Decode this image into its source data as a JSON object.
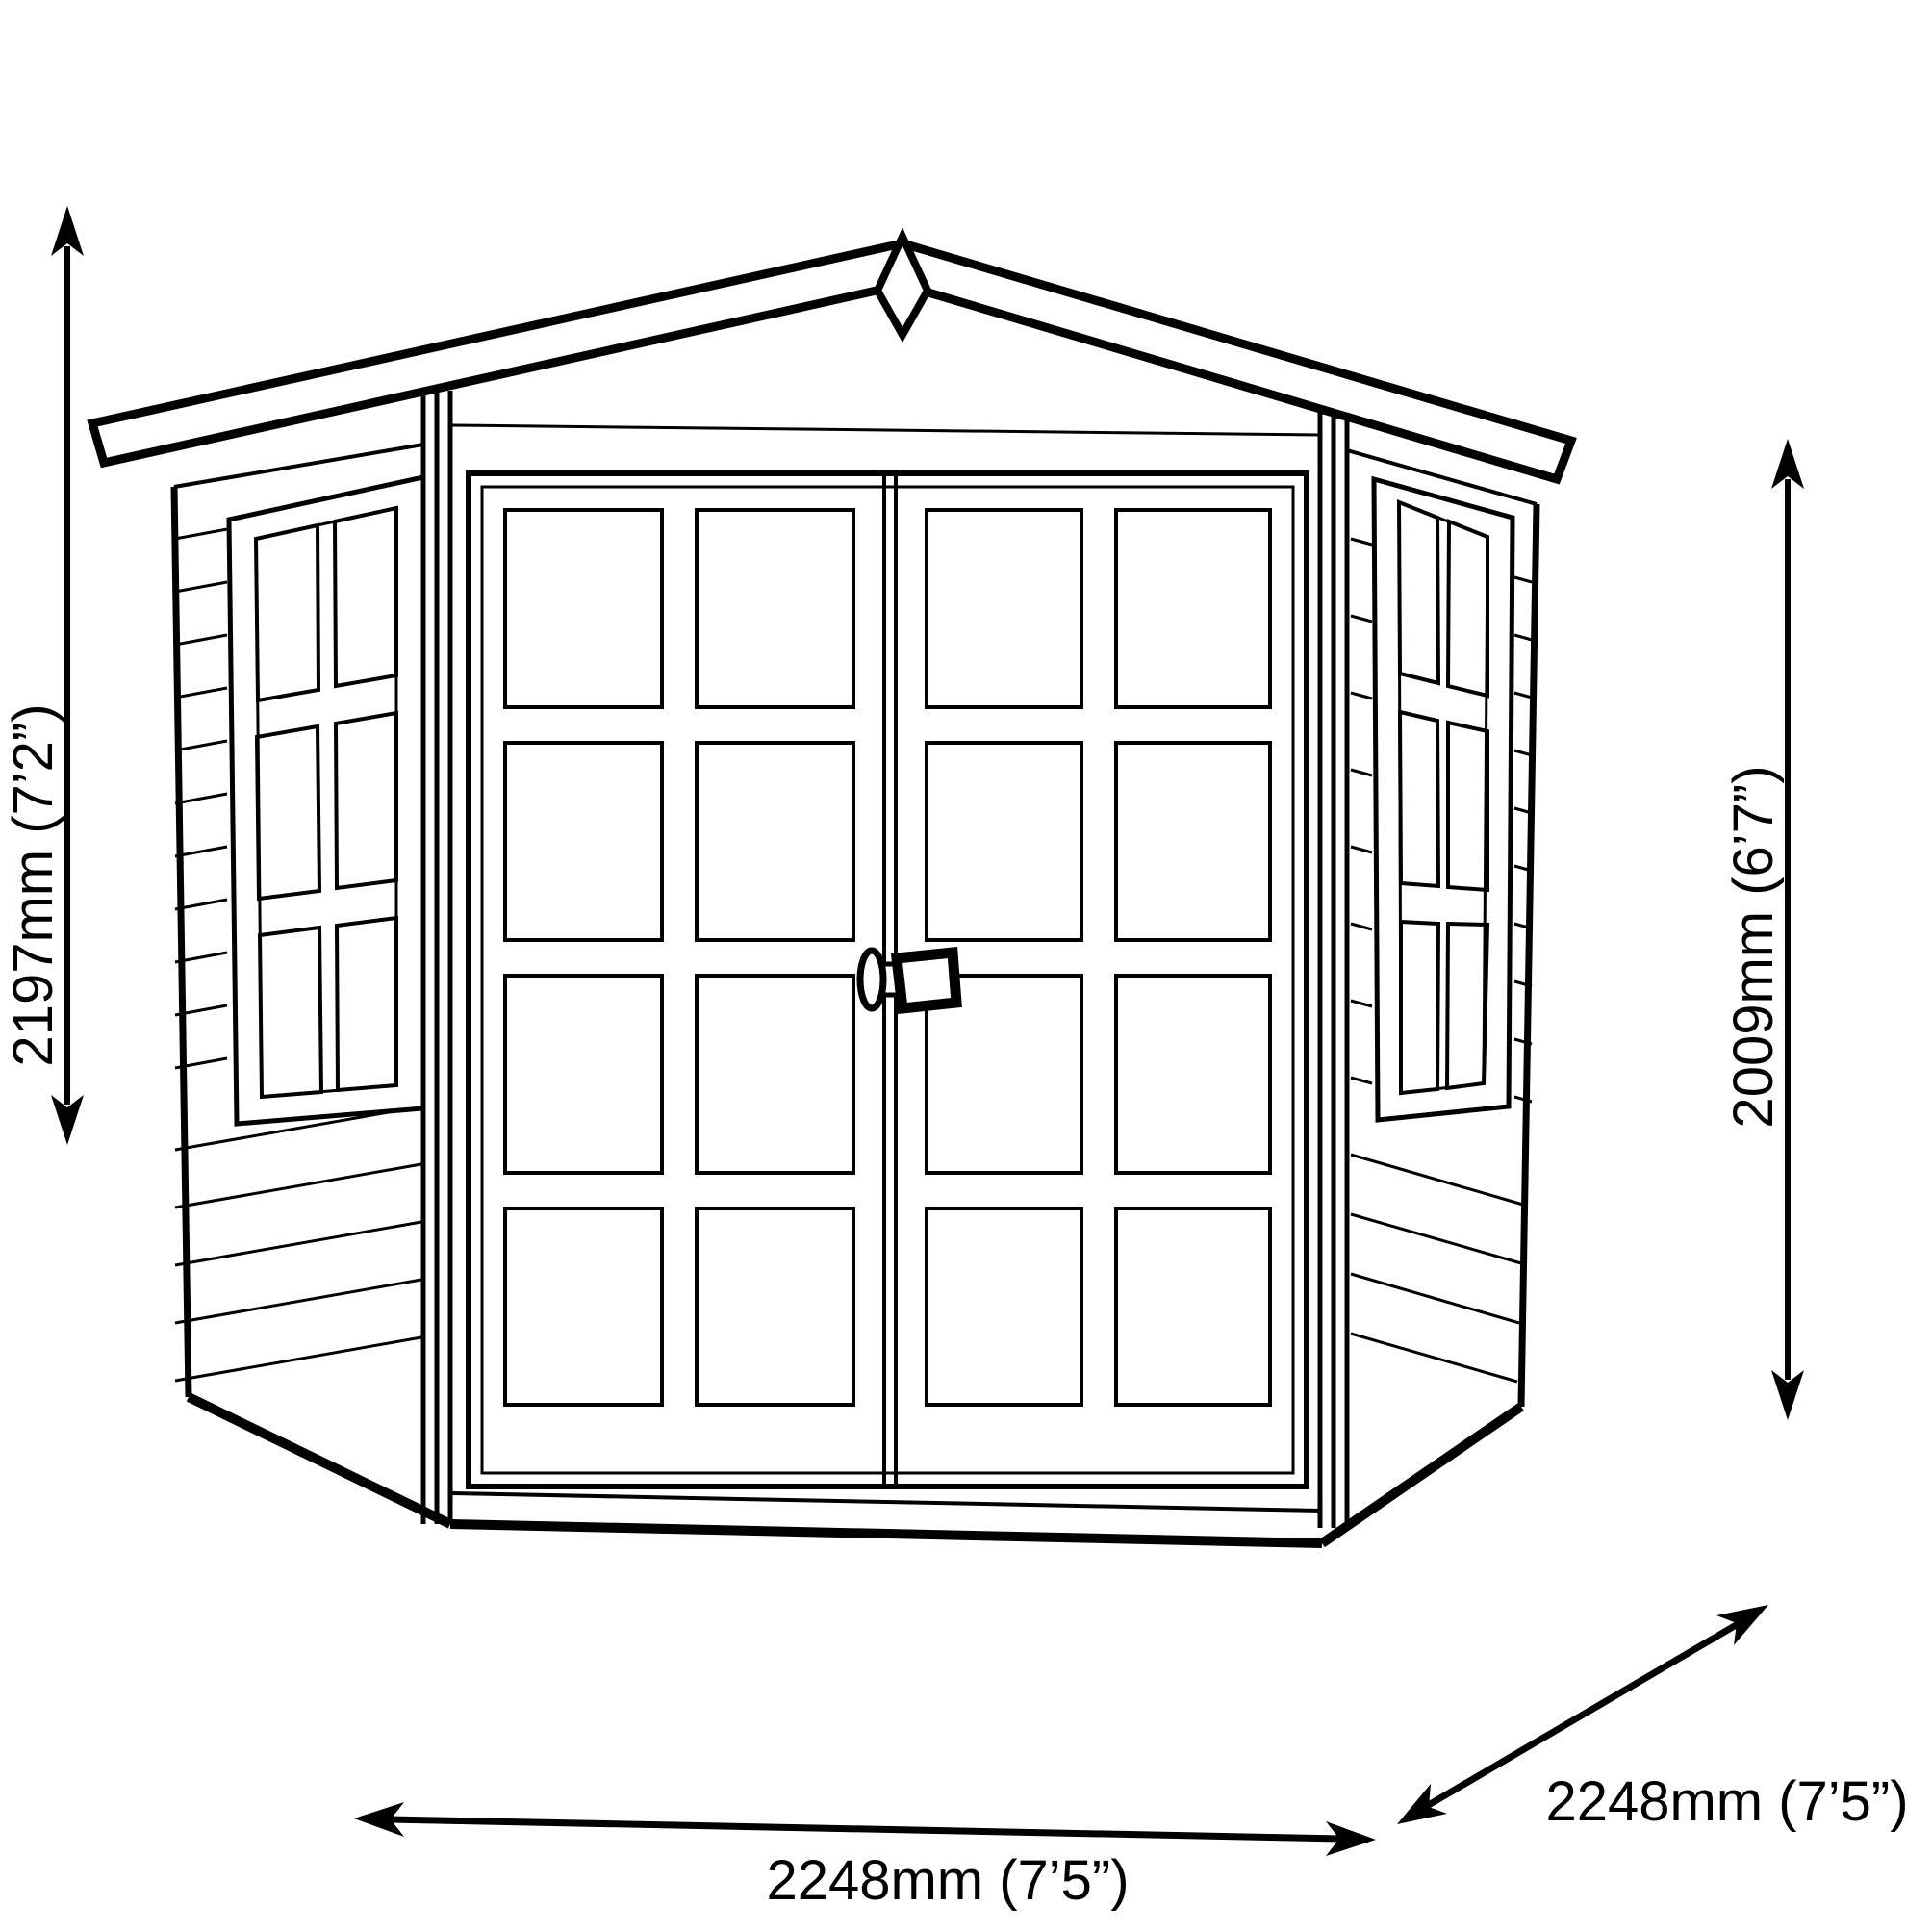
{
  "diagram": {
    "type": "technical-line-drawing",
    "subject": "Corner summerhouse with double glazed doors and two side windows",
    "background_color": "#ffffff",
    "line_color": "#000000"
  },
  "dimensions": {
    "left": {
      "label": "2197mm (7’2”)",
      "orientation": "vertical"
    },
    "right": {
      "label": "2009mm (6’7”)",
      "orientation": "vertical"
    },
    "bottom": {
      "label": "2248mm (7’5”)",
      "orientation": "horizontal"
    },
    "diagonal": {
      "label": "2248mm (7’5”)",
      "orientation": "diagonal"
    }
  }
}
